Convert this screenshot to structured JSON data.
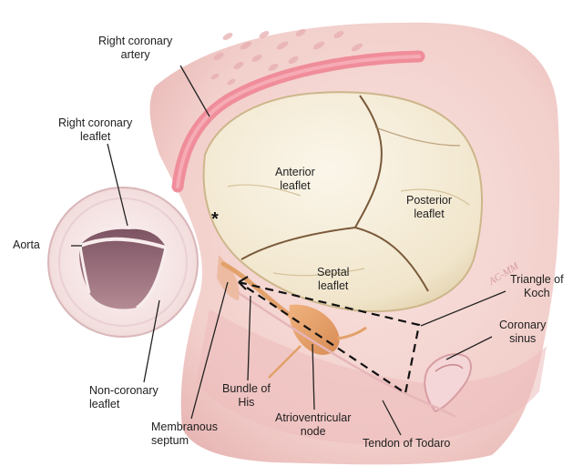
{
  "labels": {
    "right_coronary_artery": [
      "Right coronary",
      "artery"
    ],
    "right_coronary_leaflet": [
      "Right coronary",
      "leaflet"
    ],
    "aorta": [
      "Aorta"
    ],
    "anterior_leaflet": [
      "Anterior",
      "leaflet"
    ],
    "posterior_leaflet": [
      "Posterior",
      "leaflet"
    ],
    "septal_leaflet": [
      "Septal",
      "leaflet"
    ],
    "triangle_of_koch": [
      "Triangle of",
      "Koch"
    ],
    "coronary_sinus": [
      "Coronary",
      "sinus"
    ],
    "non_coronary_leaflet": [
      "Non-coronary",
      "leaflet"
    ],
    "bundle_of_his": [
      "Bundle of",
      "His"
    ],
    "atrioventricular_node": [
      "Atrioventricular",
      "node"
    ],
    "membranous_septum": [
      "Membranous",
      "septum"
    ],
    "tendon_of_todaro": [
      "Tendon of Todaro"
    ]
  },
  "marker": "*",
  "signature": "AC-MM",
  "colors": {
    "tissue": "#f3d3d0",
    "tissue_dark": "#e3a9a8",
    "artery": "#f08d9b",
    "valve_leaflet": "#f2e8d1",
    "valve_shadow": "#d8c7a3",
    "aorta_inner": "#9a6e7a",
    "node": "#e8a66f",
    "leader": "#222222"
  }
}
